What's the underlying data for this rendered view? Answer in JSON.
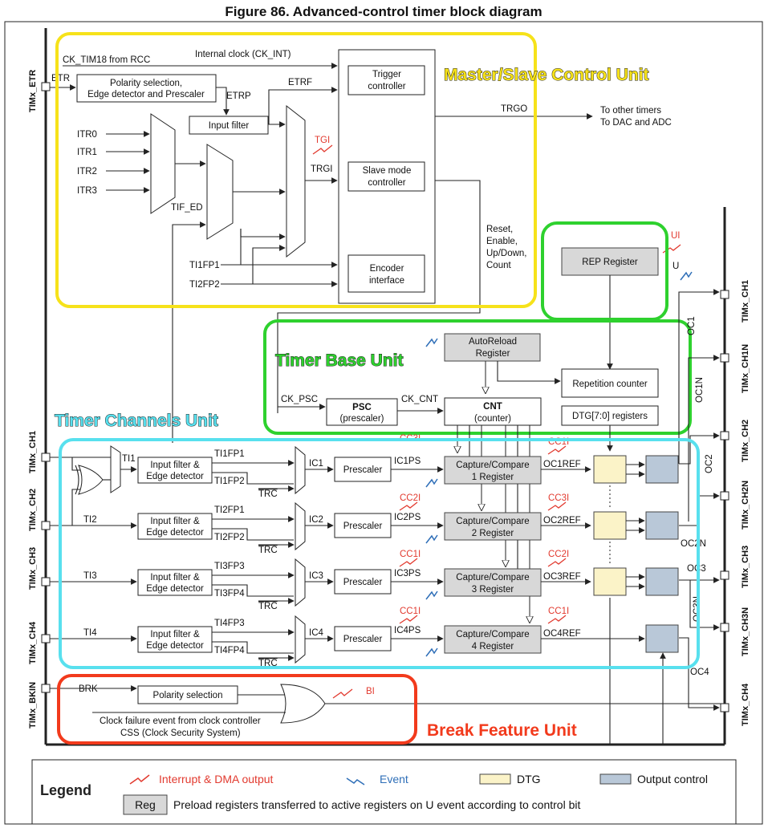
{
  "figure_title": "Figure 86. Advanced-control timer block diagram",
  "units": {
    "master_slave": "Master/Slave Control Unit",
    "timer_base": "Timer Base Unit",
    "timer_channels": "Timer Channels Unit",
    "break_feature": "Break Feature Unit"
  },
  "pins": {
    "etr": "TIMx_ETR",
    "etr_short": "ETR",
    "ch1": "TIMx_CH1",
    "ch2": "TIMx_CH2",
    "ch3": "TIMx_CH3",
    "ch4": "TIMx_CH4",
    "bkin": "TIMx_BKIN",
    "out_ch1": "TIMx_CH1",
    "out_ch1n": "TIMx_CH1N",
    "out_ch2": "TIMx_CH2",
    "out_ch2n": "TIMx_CH2N",
    "out_ch3": "TIMx_CH3",
    "out_ch3n": "TIMx_CH3N",
    "out_ch4": "TIMx_CH4"
  },
  "master": {
    "ck_tim18": "CK_TIM18 from RCC",
    "internal_clock": "Internal clock (CK_INT)",
    "polarity_line1": "Polarity selection,",
    "polarity_line2": "Edge detector and Prescaler",
    "etrp": "ETRP",
    "etrf": "ETRF",
    "input_filter": "Input filter",
    "itr0": "ITR0",
    "itr1": "ITR1",
    "itr2": "ITR2",
    "itr3": "ITR3",
    "tif_ed": "TIF_ED",
    "ti1fp1": "TI1FP1",
    "ti2fp2": "TI2FP2",
    "tgi": "TGI",
    "trgi": "TRGI",
    "trigger_line1": "Trigger",
    "trigger_line2": "controller",
    "slave_line1": "Slave mode",
    "slave_line2": "controller",
    "encoder_line1": "Encoder",
    "encoder_line2": "interface",
    "trgo": "TRGO",
    "other_timers": "To other timers",
    "dac_adc": "To DAC and ADC",
    "reset_lines": [
      "Reset,",
      "Enable,",
      "Up/Down,",
      "Count"
    ]
  },
  "base": {
    "rep_register": "REP Register",
    "ui": "UI",
    "u": "U",
    "autoreload_line1": "AutoReload",
    "autoreload_line2": "Register",
    "repetition_counter": "Repetition counter",
    "ck_psc": "CK_PSC",
    "psc": "PSC",
    "psc_sub": "(prescaler)",
    "ck_cnt": "CK_CNT",
    "cnt": "CNT",
    "cnt_sub": "(counter)",
    "dtg_registers": "DTG[7:0] registers"
  },
  "channels": {
    "ti1": "TI1",
    "ti2": "TI2",
    "ti3": "TI3",
    "ti4": "TI4",
    "filter_line1": "Input filter &",
    "filter_line2": "Edge detector",
    "trc": "TRC",
    "prescaler": "Prescaler",
    "capture_line1": "Capture/Compare",
    "rows": [
      {
        "fpa": "TI1FP1",
        "fpb": "TI1FP2",
        "ic": "IC1",
        "icps": "IC1PS",
        "reg": "1 Register",
        "ccflag": "CC1I",
        "ocref": "OC1REF"
      },
      {
        "fpa": "TI2FP1",
        "fpb": "TI2FP2",
        "ic": "IC2",
        "icps": "IC2PS",
        "reg": "2 Register",
        "ccflag": "CC3I",
        "ocref": "OC2REF"
      },
      {
        "fpa": "TI3FP3",
        "fpb": "TI3FP4",
        "ic": "IC3",
        "icps": "IC3PS",
        "reg": "3 Register",
        "ccflag": "CC2I",
        "ocref": "OC3REF"
      },
      {
        "fpa": "TI4FP3",
        "fpb": "TI4FP4",
        "ic": "IC4",
        "icps": "IC4PS",
        "reg": "4 Register",
        "ccflag": "CC1I",
        "ocref": "OC4REF"
      }
    ],
    "oc1": "OC1",
    "oc1n": "OC1N",
    "oc2": "OC2",
    "oc2n": "OC2N",
    "oc3": "OC3",
    "oc3n": "OC3N",
    "oc4": "OC4"
  },
  "break": {
    "brk": "BRK",
    "polarity_selection": "Polarity selection",
    "bi": "BI",
    "clock_failure": "Clock failure event from clock controller",
    "css": "CSS (Clock Security System)"
  },
  "legend": {
    "title": "Legend",
    "interrupt": "Interrupt & DMA output",
    "event": "Event",
    "dtg": "DTG",
    "output_control": "Output control",
    "reg": "Reg",
    "preload": "Preload registers transferred to active registers on U event according to control bit"
  },
  "colors": {
    "yellow_unit": "#f6e21a",
    "green_unit": "#2ed12e",
    "cyan_unit": "#58e0ee",
    "red_unit": "#f23a1c",
    "interrupt_red": "#e23a2f",
    "event_blue": "#2f6fb8",
    "register_gray": "#d8d8d8",
    "dtg_yellow": "#fbf3c8",
    "output_blue": "#b9c8d8"
  }
}
